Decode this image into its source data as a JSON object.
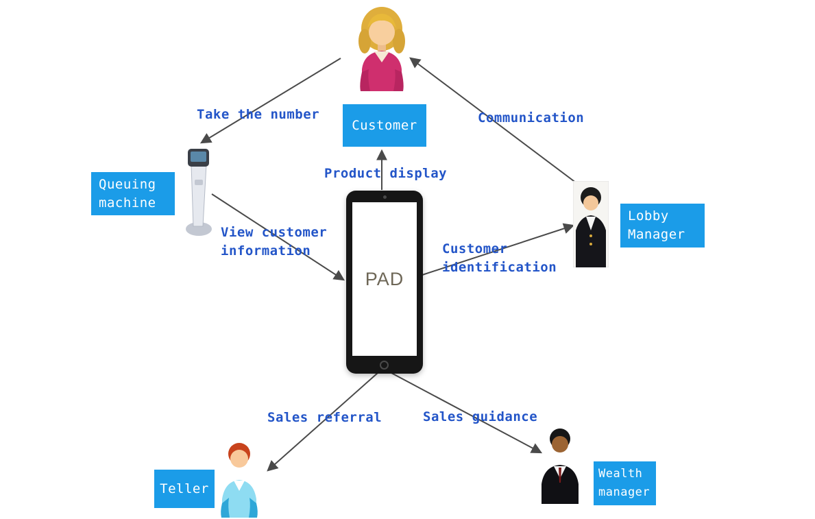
{
  "colors": {
    "box_bg": "#1b9ce8",
    "box_text": "#ffffff",
    "label_text": "#2355c8",
    "arrow": "#4a4a4a",
    "pad_text": "#6e6757"
  },
  "nodes": {
    "customer": {
      "label": "Customer"
    },
    "queuing_machine": {
      "line1": "Queuing",
      "line2": "machine"
    },
    "lobby_manager": {
      "line1": "Lobby",
      "line2": "Manager"
    },
    "teller": {
      "label": "Teller"
    },
    "wealth_manager": {
      "line1": "Wealth",
      "line2": "manager"
    },
    "pad": {
      "label": "PAD"
    }
  },
  "edges": {
    "take_the_number": {
      "label": "Take the number"
    },
    "communication": {
      "label": "Communication"
    },
    "product_display": {
      "label": "Product display"
    },
    "view_customer_information": {
      "line1": "View customer",
      "line2": "information"
    },
    "customer_identification": {
      "line1": "Customer",
      "line2": "identification"
    },
    "sales_referral": {
      "label": "Sales referral"
    },
    "sales_guidance": {
      "label": "Sales guidance"
    }
  }
}
